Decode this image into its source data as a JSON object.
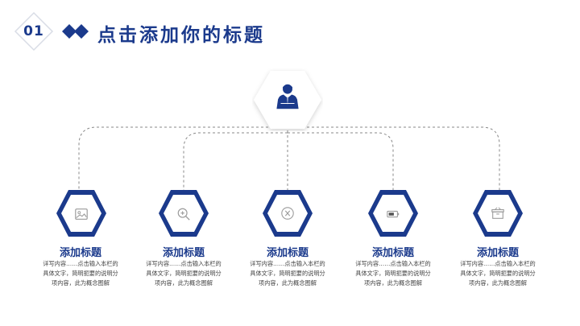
{
  "header": {
    "number": "01",
    "title": "点击添加你的标题"
  },
  "hub": {
    "icon": "person-icon"
  },
  "items": [
    {
      "title": "添加标题",
      "icon": "image-icon",
      "desc_lines": [
        "详写内容……点击输入本栏的",
        "具体文字，简明扼要的说明分",
        "项内容，此为概念图解"
      ]
    },
    {
      "title": "添加标题",
      "icon": "zoom-in-icon",
      "desc_lines": [
        "详写内容……点击输入本栏的",
        "具体文字，简明扼要的说明分",
        "项内容，此为概念图解"
      ]
    },
    {
      "title": "添加标题",
      "icon": "close-circle-icon",
      "desc_lines": [
        "详写内容……点击输入本栏的",
        "具体文字，简明扼要的说明分",
        "项内容，此为概念图解"
      ]
    },
    {
      "title": "添加标题",
      "icon": "battery-icon",
      "desc_lines": [
        "详写内容……点击输入本栏的",
        "具体文字，简明扼要的说明分",
        "项内容，此为概念图解"
      ]
    },
    {
      "title": "添加标题",
      "icon": "archive-box-icon",
      "desc_lines": [
        "详写内容……点击输入本栏的",
        "具体文字，简明扼要的说明分",
        "项内容，此为概念图解"
      ]
    }
  ],
  "colors": {
    "primary": "#1b3a8c",
    "line": "#888888"
  }
}
